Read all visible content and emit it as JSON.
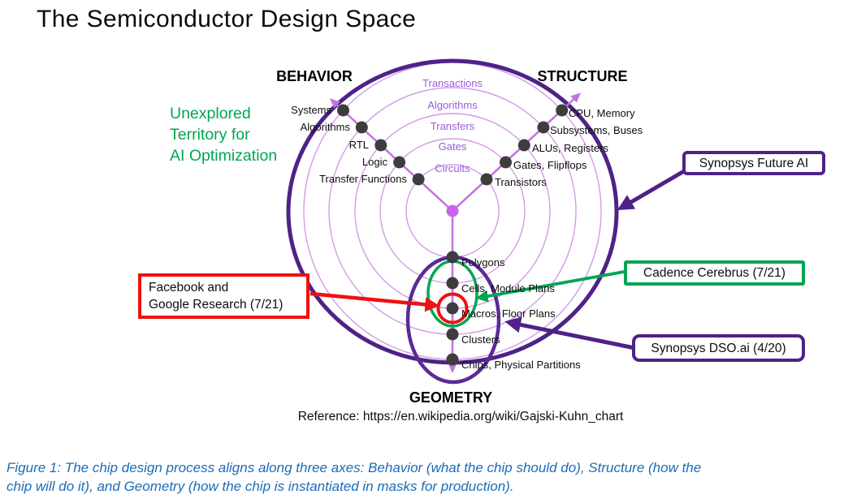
{
  "title": "The Semiconductor Design Space",
  "note": {
    "text": "Unexplored\nTerritory for\nAI Optimization"
  },
  "diagram": {
    "axes": {
      "behavior": {
        "title": "BEHAVIOR",
        "levels": [
          "Systems",
          "Algorithms",
          "RTL",
          "Logic",
          "Transfer Functions"
        ]
      },
      "structure": {
        "title": "STRUCTURE",
        "levels": [
          "CPU, Memory",
          "Subsystems, Buses",
          "ALUs, Registers",
          "Gates, Flipflops",
          "Transistors"
        ]
      },
      "geometry": {
        "title": "GEOMETRY",
        "levels": [
          "Polygons",
          "Cells, Module Plans",
          "Macros, Floor Plans",
          "Clusters",
          "Chips, Physical Partitions"
        ]
      }
    },
    "rings": [
      "Transactions",
      "Algorithms",
      "Transfers",
      "Gates",
      "Circuits"
    ]
  },
  "callouts": {
    "future_ai": {
      "label": "Synopsys Future AI"
    },
    "cerebrus": {
      "label": "Cadence Cerebrus (7/21)"
    },
    "dso_ai": {
      "label": "Synopsys DSO.ai (4/20)"
    },
    "fb_google": {
      "label": "Facebook and\nGoogle Research (7/21)"
    }
  },
  "reference": "Reference: https://en.wikipedia.org/wiki/Gajski-Kuhn_chart",
  "caption": "Figure 1: The chip design process aligns along three axes: Behavior (what the chip should do), Structure (how the\nchip will do it), and Geometry (how the chip is instantiated in masks for production).",
  "colors": {
    "dark_purple": "#4e2287",
    "geometry_ellipse_purple": "#5b2b94",
    "ring_light_purple": "#d49ae6",
    "axis_purple": "#c173e0",
    "ring_label_purple": "#9b5cd8",
    "center_dot_purple": "#c863ea",
    "green": "#00a651",
    "red": "#ee1111",
    "caption_blue": "#1c6bb7",
    "level_dot_gray": "#3d3d3d"
  }
}
